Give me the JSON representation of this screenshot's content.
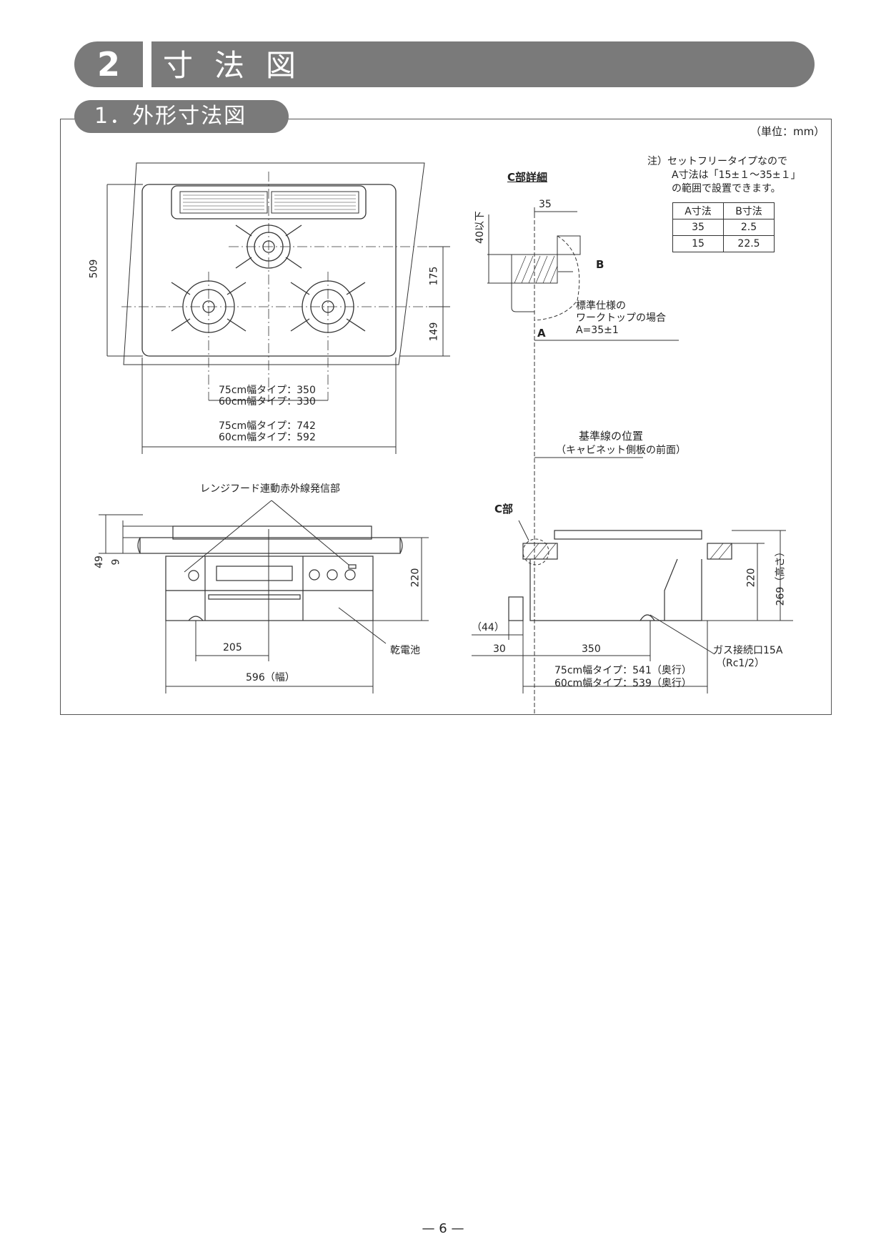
{
  "header": {
    "number": "2",
    "title": "寸法図"
  },
  "section": {
    "title": "1．外形寸法図"
  },
  "unit": "（単位：mm）",
  "note": {
    "lines": [
      "注）セットフリータイプなので",
      "A寸法は「15±１～35±１」",
      "の範囲で設置できます。"
    ],
    "table": {
      "headers": [
        "A寸法",
        "B寸法"
      ],
      "rows": [
        [
          "35",
          "2.5"
        ],
        [
          "15",
          "22.5"
        ]
      ]
    }
  },
  "top_view": {
    "dim_depth": "509",
    "dim_175": "175",
    "dim_149": "149",
    "burner_spacing": [
      "75cm幅タイプ：350",
      "60cm幅タイプ：330"
    ],
    "overall_width": [
      "75cm幅タイプ：742",
      "60cm幅タイプ：592"
    ]
  },
  "detail_c": {
    "title": "C部詳細",
    "dim_35": "35",
    "dim_40": "40以下",
    "label_b": "B",
    "label_a": "A",
    "standard_note": [
      "標準仕様の",
      "ワークトップの場合",
      "A=35±1"
    ],
    "baseline": [
      "基準線の位置",
      "（キャビネット側板の前面）"
    ]
  },
  "front_view": {
    "ir_label": "レンジフード連動赤外線発信部",
    "dim_49": "49",
    "dim_9": "9",
    "dim_220": "220",
    "dim_205": "205",
    "battery": "乾電池",
    "width": "596（幅）"
  },
  "side_view": {
    "c_label": "C部",
    "dim_44": "（44）",
    "dim_30": "30",
    "dim_350": "350",
    "dim_220": "220",
    "height": "269（高さ）",
    "gas": [
      "ガス接続口15A",
      "（Rc1/2）"
    ],
    "depth": [
      "75cm幅タイプ：541（奥行）",
      "60cm幅タイプ：539（奥行）"
    ]
  },
  "page_number": "— 6 —"
}
